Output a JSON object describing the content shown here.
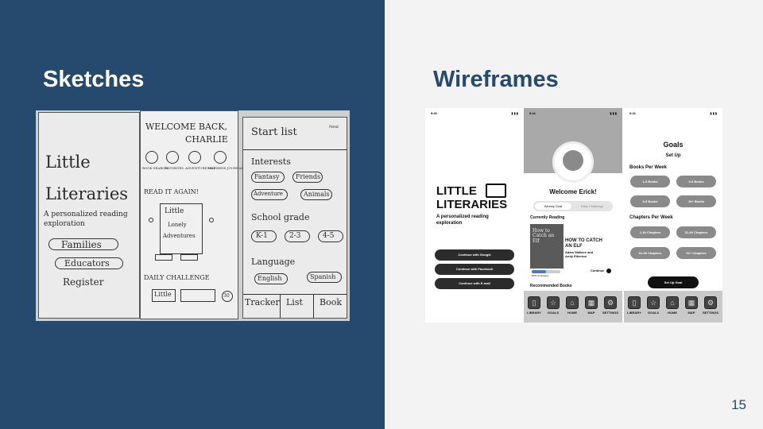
{
  "slide": {
    "left_heading": "Sketches",
    "right_heading": "Wireframes",
    "page_number": "15",
    "colors": {
      "navy": "#254a6e",
      "light": "#f3f3f3",
      "white": "#ffffff"
    }
  },
  "sketches": {
    "screen1": {
      "title_line1": "Little",
      "title_line2": "Literaries",
      "subtitle_line1": "A personalized reading",
      "subtitle_line2": "exploration",
      "button1": "Families",
      "button2": "Educators",
      "link": "Register"
    },
    "screen2": {
      "greeting_line1": "WELCOME BACK,",
      "greeting_line2": "CHARLIE",
      "icons": [
        "BOOK SEARCH",
        "FAVORITES",
        "ADVENTURE MAP",
        "PROGRESS JOURNAL"
      ],
      "read_again": "READ IT AGAIN!",
      "book_line1": "Little",
      "book_line2": "Lonely",
      "book_line3": "Adventures",
      "daily": "DAILY CHALLENGE",
      "daily_book": "Little",
      "badge": "30"
    },
    "screen3": {
      "title": "Start list",
      "corner": "Next",
      "interests_heading": "Interests",
      "interests": [
        "Fantasy",
        "Friends",
        "Adventure",
        "Animals"
      ],
      "grade_heading": "School grade",
      "grades": [
        "K-1",
        "2-3",
        "4-5"
      ],
      "language_heading": "Language",
      "languages": [
        "English",
        "Spanish"
      ],
      "bottom_tabs": [
        "Tracker",
        "List",
        "Book"
      ]
    }
  },
  "wireframes": {
    "status_time": "9:41",
    "welcome": {
      "logo_line1": "LITTLE",
      "logo_line2": "LITERARIES",
      "tagline_line1": "A personalized reading",
      "tagline_line2": "exploration",
      "buttons": [
        "Continue with Google",
        "Continue with Facebook",
        "Continue with E-mail"
      ]
    },
    "home": {
      "greeting": "Welcome Erick!",
      "toggle": [
        "Weekly Goal",
        "Daily Challenge"
      ],
      "currently_reading": "Currently Reading",
      "book_title_line1": "HOW TO CATCH",
      "book_title_line2": "AN ELF",
      "book_authors_line1": "Adam Wallace and",
      "book_authors_line2": "Andy Elkerton",
      "cover_text": "How to Catch an Elf",
      "progress_text": "50% completed",
      "continue": "Continue",
      "recommended": "Recommended Books"
    },
    "goals": {
      "title": "Goals",
      "subtitle": "Set Up",
      "books_heading": "Books Per Week",
      "books_options": [
        "1-3 Books",
        "4-6 Books",
        "6-9 Books",
        "10+ Books"
      ],
      "chapters_heading": "Chapters Per Week",
      "chapters_options": [
        "1-30 Chapters",
        "31-60 Chapters",
        "61-90 Chapters",
        "91+ Chapters"
      ],
      "set_button": "Set Up Goal"
    },
    "tabbar": [
      {
        "label": "LIBRARY",
        "icon": "library-icon",
        "glyph": "▯"
      },
      {
        "label": "GOALS",
        "icon": "star-icon",
        "glyph": "☆"
      },
      {
        "label": "HOME",
        "icon": "home-icon",
        "glyph": "⌂"
      },
      {
        "label": "MAP",
        "icon": "map-icon",
        "glyph": "▦"
      },
      {
        "label": "SETTINGS",
        "icon": "settings-icon",
        "glyph": "⚙"
      }
    ]
  }
}
